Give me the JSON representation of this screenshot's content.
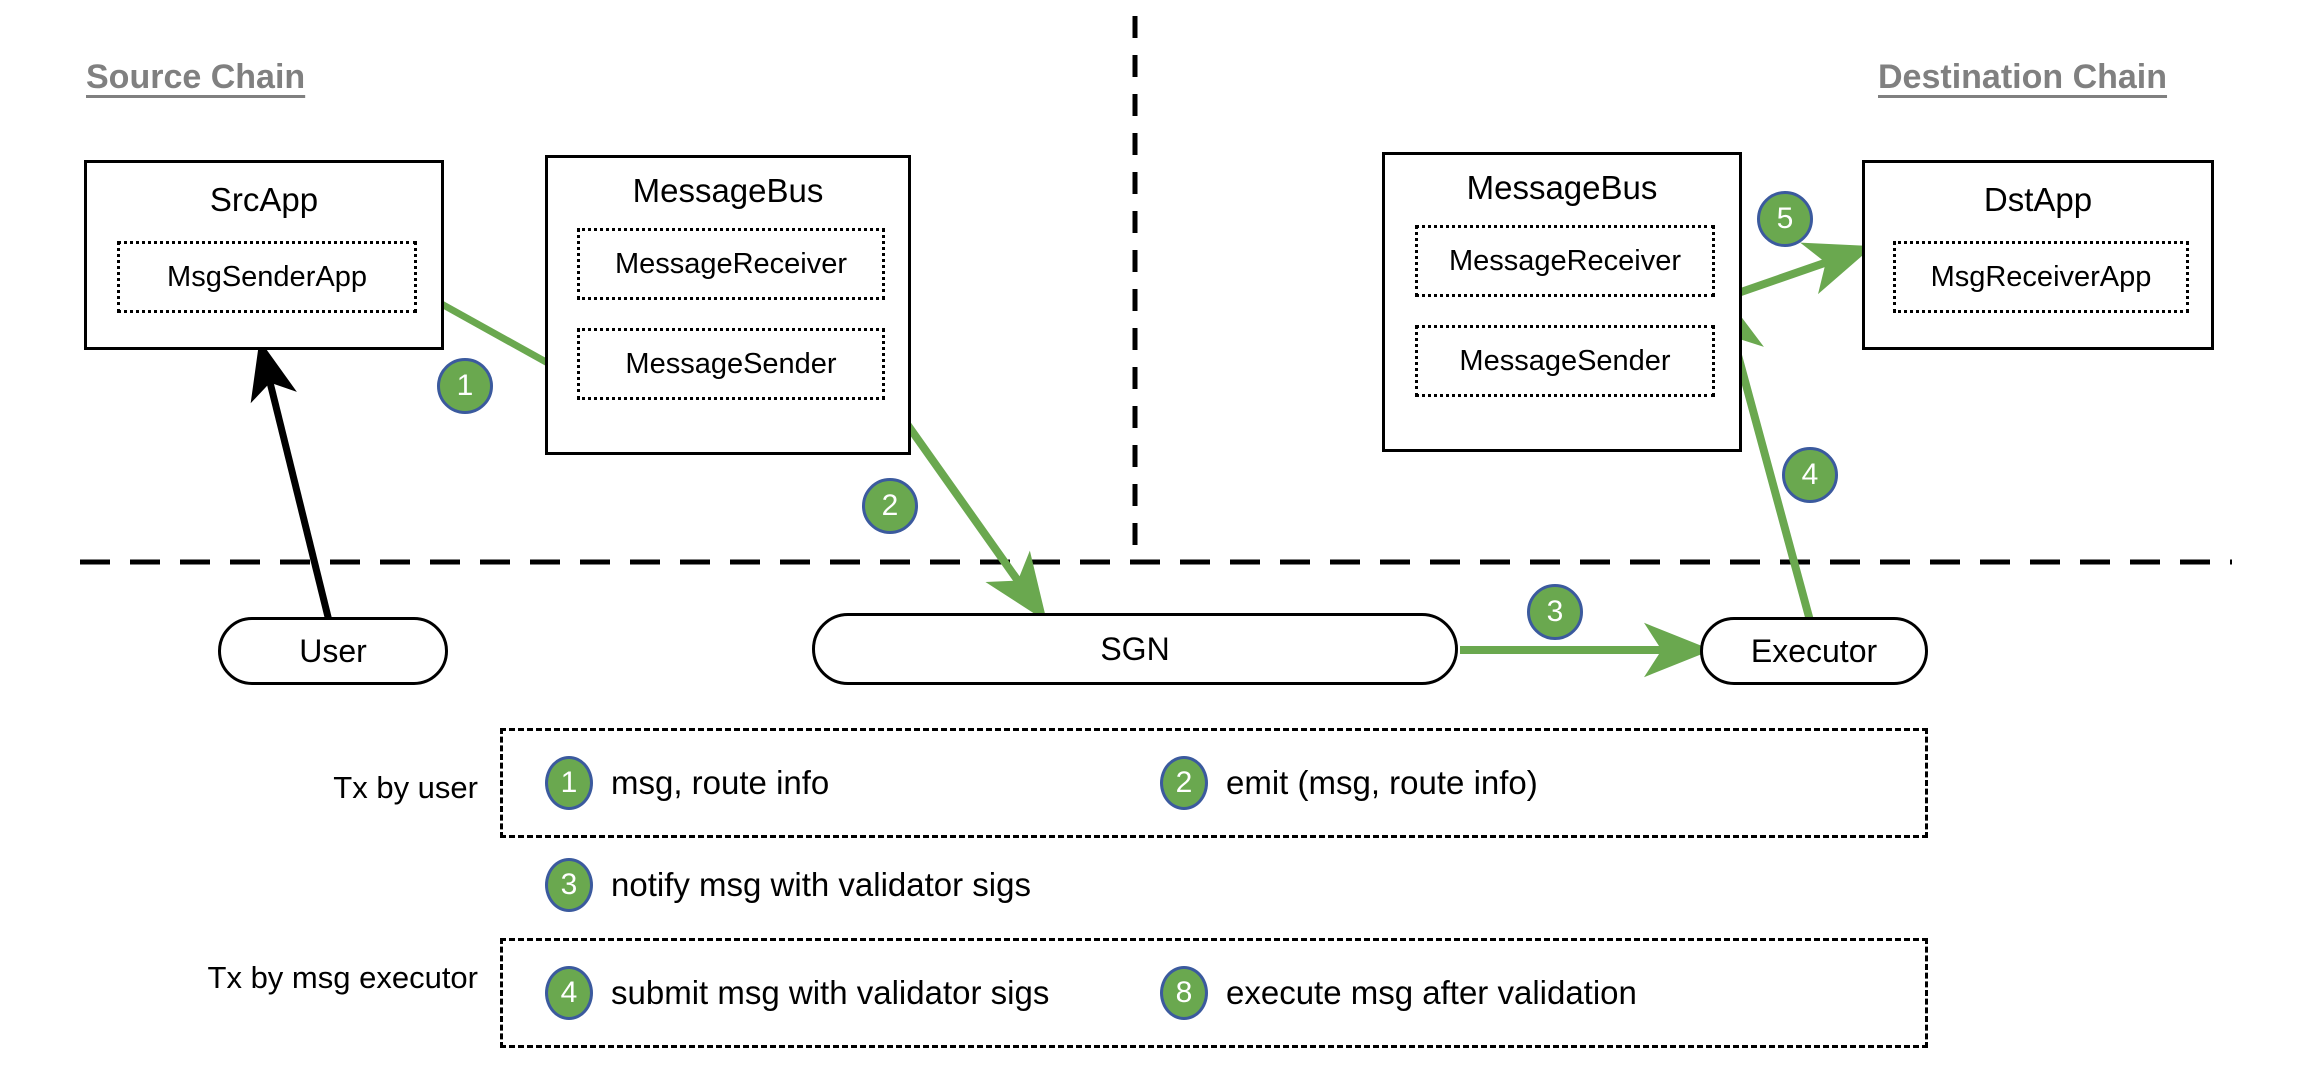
{
  "diagram": {
    "title_source_chain": "Source Chain",
    "title_destination_chain": "Destination Chain",
    "colors": {
      "arrow_green": "#6aa84f",
      "badge_fill": "#6aa84f",
      "badge_stroke": "#3b5a9e",
      "chain_title": "#808080",
      "line_black": "#000000"
    },
    "source_chain": {
      "src_app": {
        "title": "SrcApp",
        "inner": "MsgSenderApp"
      },
      "message_bus": {
        "title": "MessageBus",
        "inner_receiver": "MessageReceiver",
        "inner_sender": "MessageSender"
      }
    },
    "destination_chain": {
      "message_bus": {
        "title": "MessageBus",
        "inner_receiver": "MessageReceiver",
        "inner_sender": "MessageSender"
      },
      "dst_app": {
        "title": "DstApp",
        "inner": "MsgReceiverApp"
      }
    },
    "offchain": {
      "user": "User",
      "sgn": "SGN",
      "executor": "Executor"
    },
    "flow_badges": {
      "b1": "1",
      "b2": "2",
      "b3": "3",
      "b4": "4",
      "b5": "5"
    },
    "legend": {
      "row1_label": "Tx by user",
      "row1_items": [
        {
          "num": "1",
          "text": "msg, route info"
        },
        {
          "num": "2",
          "text": "emit (msg, route info)"
        }
      ],
      "row2_items": [
        {
          "num": "3",
          "text": "notify msg with validator sigs"
        }
      ],
      "row3_label": "Tx by msg executor",
      "row3_items": [
        {
          "num": "4",
          "text": "submit msg with validator sigs"
        },
        {
          "num": "8",
          "text": "execute msg after validation"
        }
      ]
    }
  }
}
